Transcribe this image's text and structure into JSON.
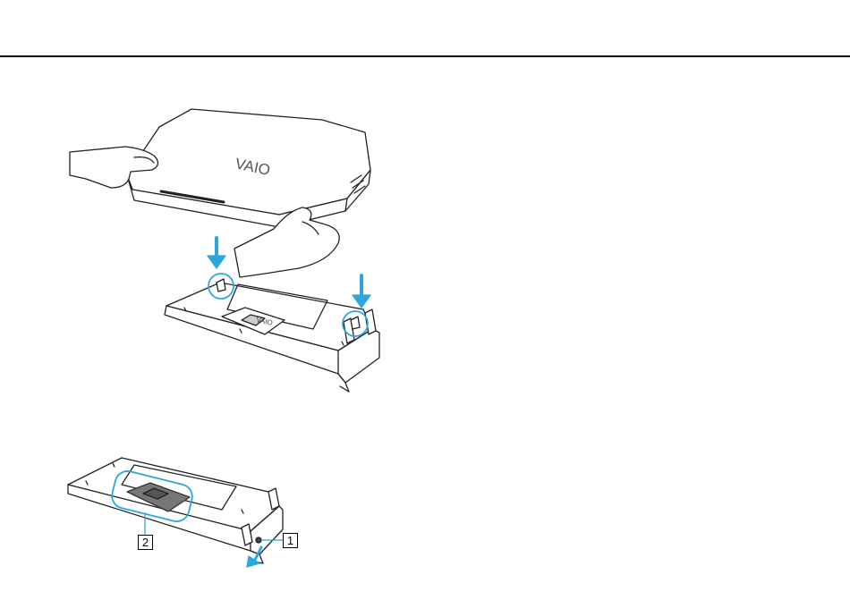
{
  "callouts": {
    "one": "1",
    "two": "2"
  },
  "logo_text": "VAIO",
  "colors": {
    "accent": "#2da6dc",
    "line": "#222222",
    "skin": "#ffffff"
  }
}
